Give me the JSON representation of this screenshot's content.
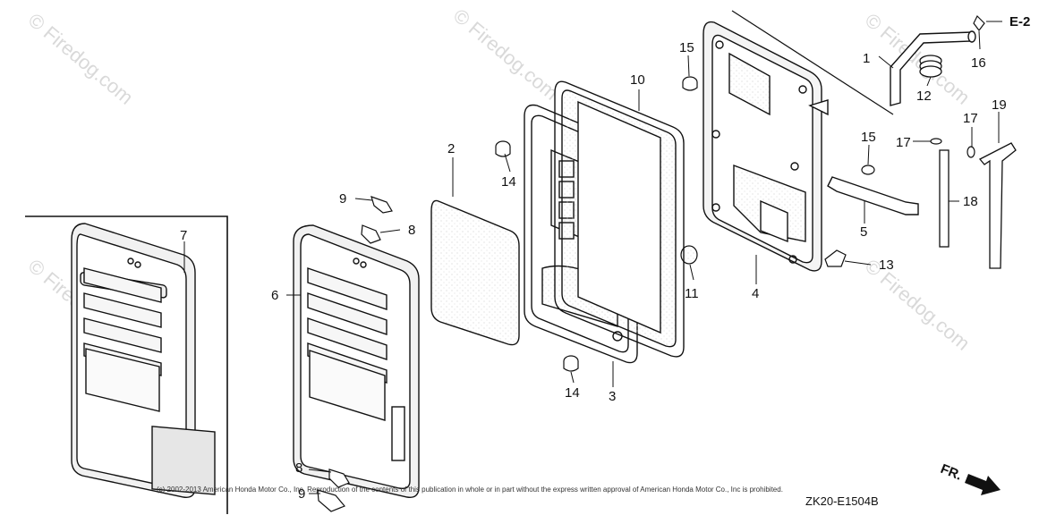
{
  "diagram": {
    "callouts": {
      "c1": "1",
      "c2": "2",
      "c3": "3",
      "c4": "4",
      "c5": "5",
      "c6": "6",
      "c7": "7",
      "c8a": "8",
      "c8b": "8",
      "c9a": "9",
      "c9b": "9",
      "c10": "10",
      "c11": "11",
      "c12": "12",
      "c13": "13",
      "c14a": "14",
      "c14b": "14",
      "c15a": "15",
      "c15b": "15",
      "c16": "16",
      "c17a": "17",
      "c17b": "17",
      "c18": "18",
      "c19": "19"
    },
    "ref_label": "E-2",
    "direction_label": "FR.",
    "diagram_code": "ZK20-E1504B",
    "copyright": "(c) 2002-2013 American Honda Motor Co., Inc. Reproduction of the contents of this publication in whole or in part without the express written approval of American Honda Motor Co., Inc is prohibited.",
    "watermark": "© Firedog.com",
    "colors": {
      "ink": "#111111",
      "watermark": "#d9d9d9",
      "paper": "#ffffff"
    }
  }
}
